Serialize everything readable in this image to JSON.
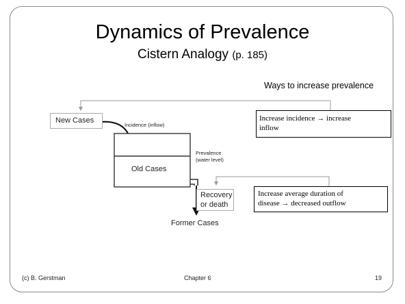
{
  "title": {
    "main": "Dynamics of Prevalence",
    "sub": "Cistern Analogy",
    "page_ref": "(p. 185)"
  },
  "diagram": {
    "ways_label": "Ways to increase prevalence",
    "new_cases": "New Cases",
    "incidence": "Incidence (inflow)",
    "old_cases": "Old Cases",
    "prevalence_line1": "Prevalence",
    "prevalence_line2": "(water level)",
    "recovery_line1": "Recovery",
    "recovery_line2": "or death",
    "former_cases": "Former Cases",
    "callout_inflow_line1": "Increase incidence → increase",
    "callout_inflow_line2": "inflow",
    "callout_outflow_line1": "Increase average duration of",
    "callout_outflow_line2": "disease → decreased outflow"
  },
  "footer": {
    "author": "(c) B. Gerstman",
    "chapter": "Chapter 6",
    "page_number": "19"
  },
  "colors": {
    "frame": "#8a8a8a",
    "connector": "#999999",
    "text": "#222222"
  }
}
